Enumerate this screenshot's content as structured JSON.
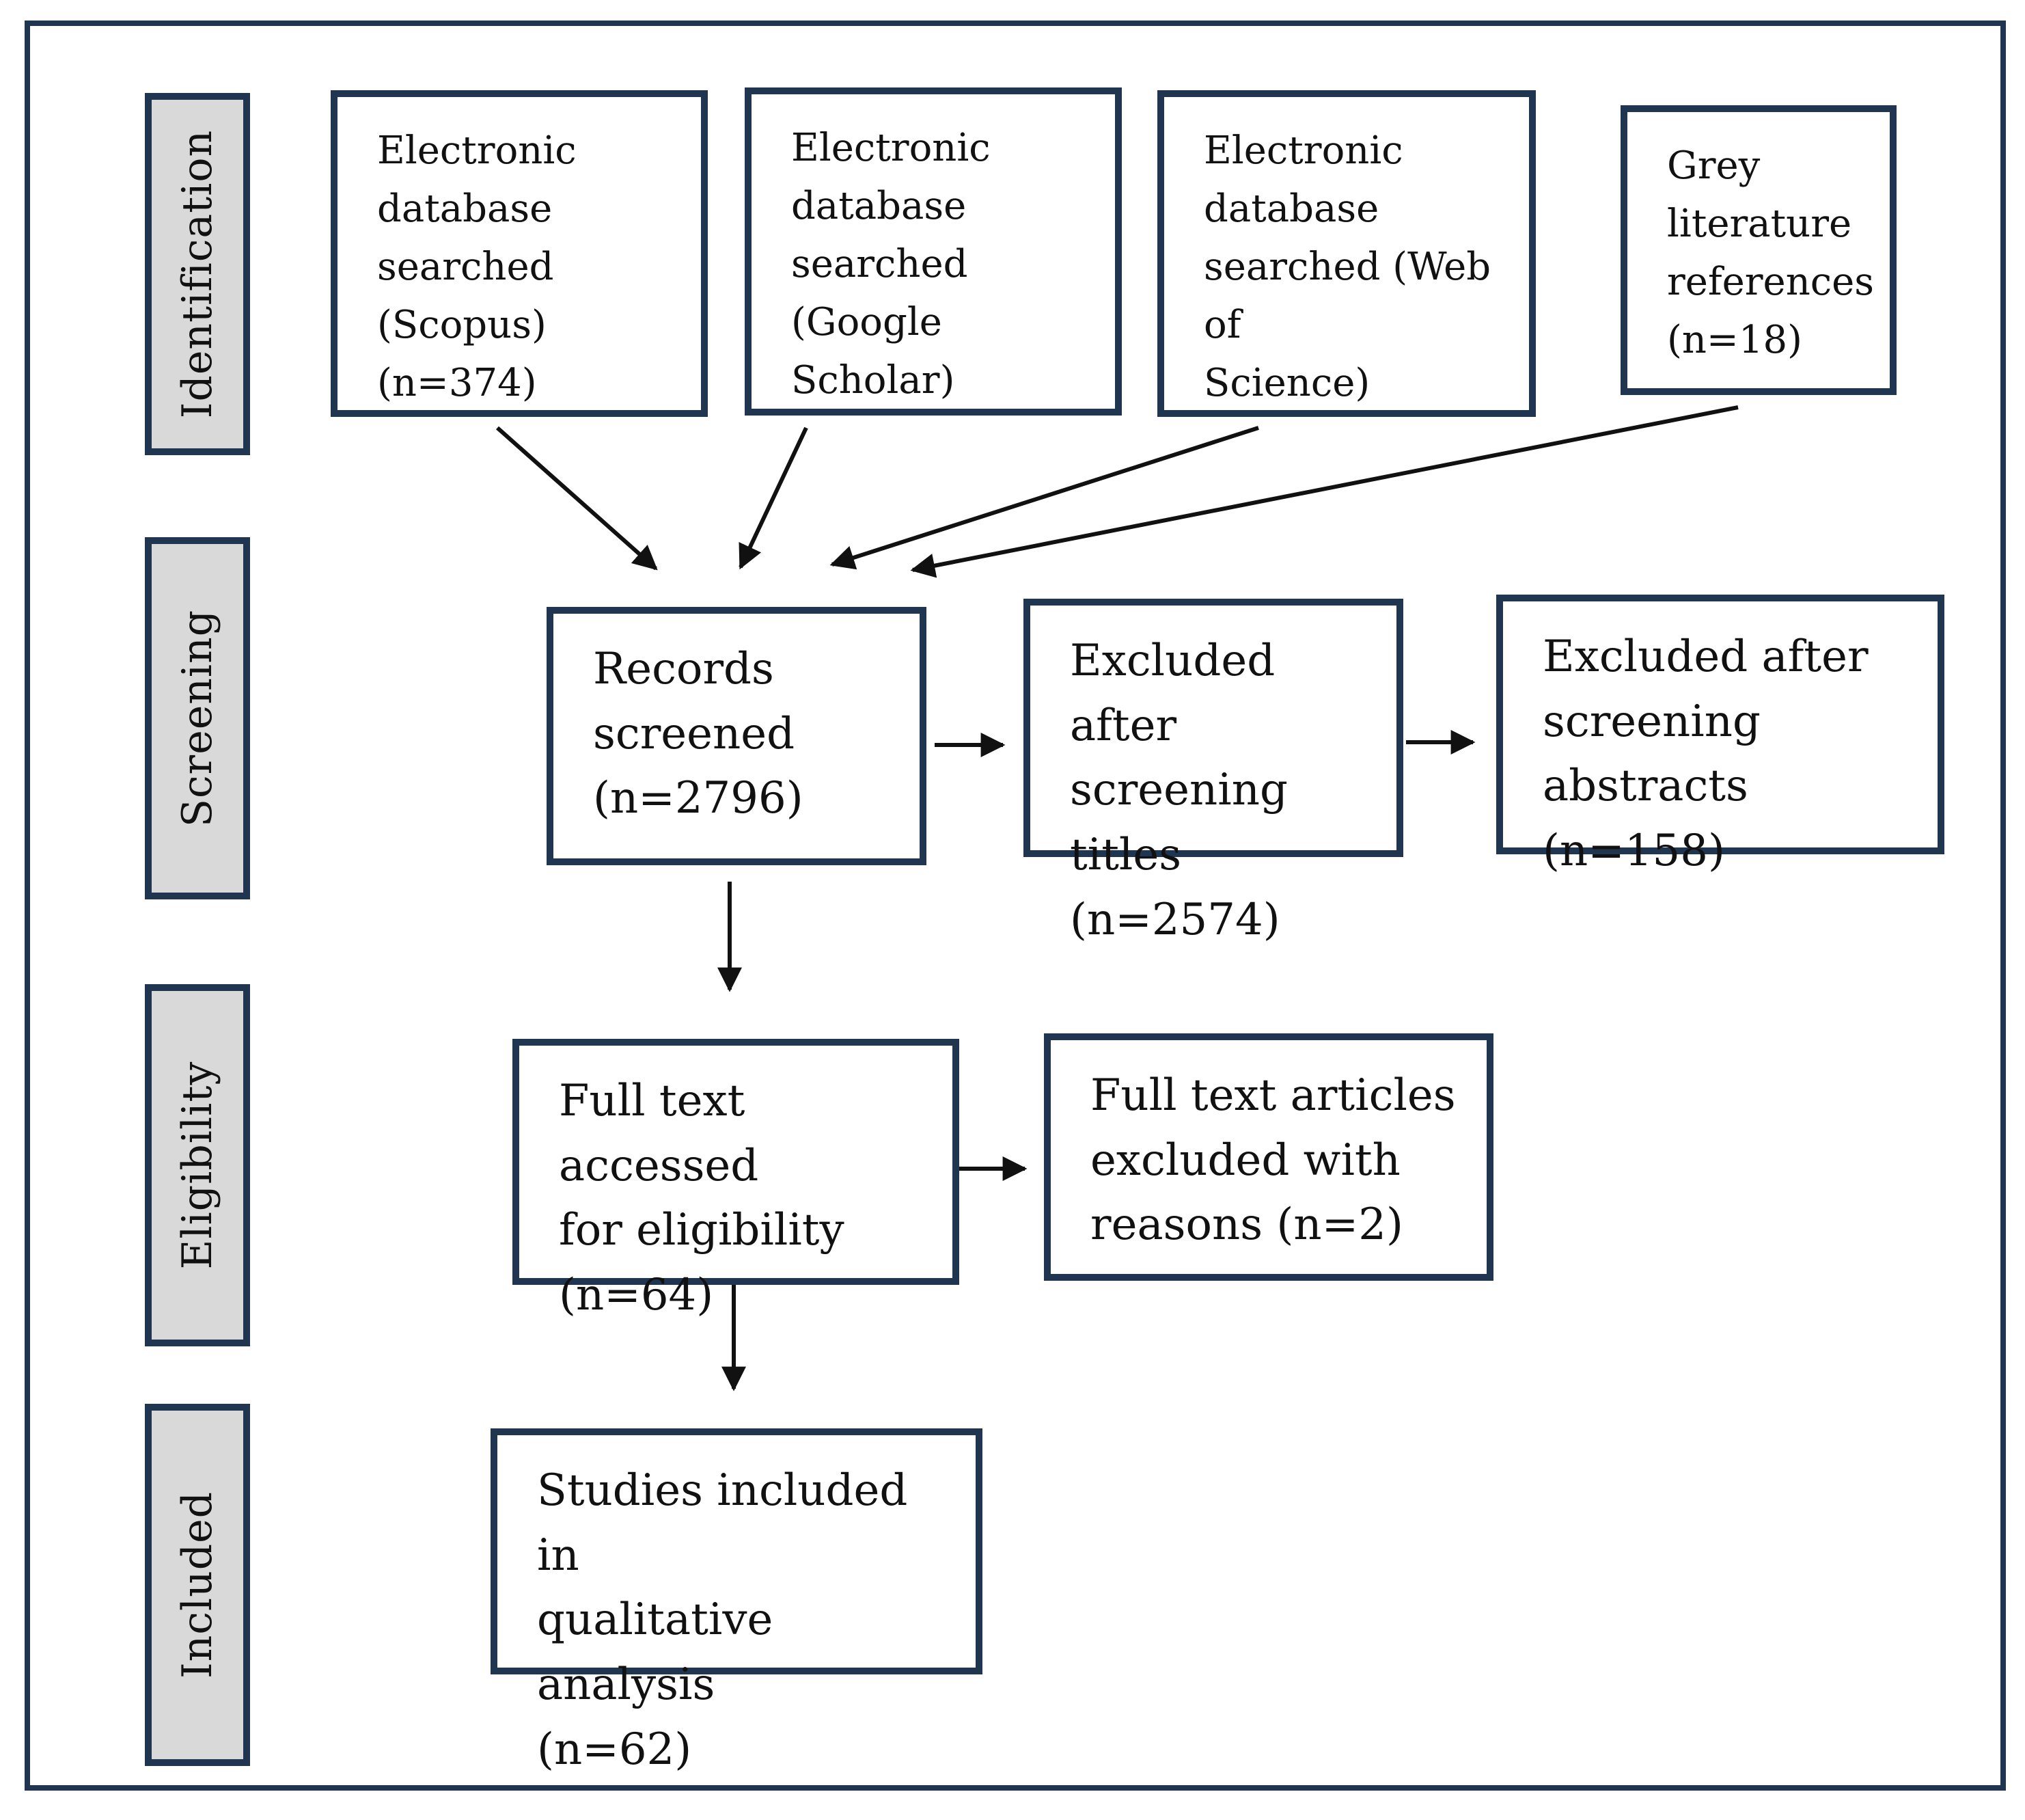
{
  "stages": {
    "identification": "Identification",
    "screening": "Screening",
    "eligibility": "Eligibility",
    "included": "Included"
  },
  "boxes": {
    "scopus": "Electronic\ndatabase\nsearched\n(Scopus) (n=374)",
    "google_scholar": "Electronic\ndatabase\nsearched (Google\nScholar)",
    "web_of_science": "Electronic\ndatabase\nsearched (Web of\nScience)",
    "grey_literature": "Grey\nliterature\nreferences\n(n=18)",
    "records_screened": "Records\nscreened\n(n=2796)",
    "excluded_titles": "Excluded after\nscreening titles\n(n=2574)",
    "excluded_abstracts": "Excluded after\nscreening abstracts\n(n=158)",
    "full_text_accessed": "Full text accessed\nfor eligibility\n(n=64)",
    "full_text_excluded": "Full text articles\nexcluded with\nreasons (n=2)",
    "studies_included": "Studies included in\nqualitative analysis\n(n=62)"
  },
  "colors": {
    "border": "#1f3550",
    "stage_fill": "#d9d9d9",
    "arrow": "#111111"
  }
}
